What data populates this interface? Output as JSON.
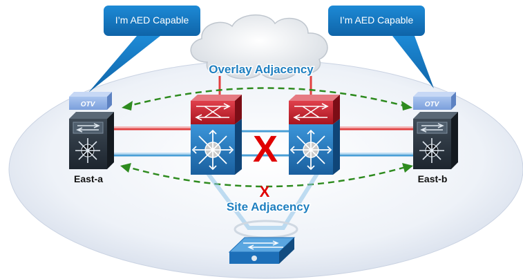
{
  "callouts": {
    "left": "I’m AED Capable",
    "right": "I’m AED Capable"
  },
  "labels": {
    "overlay": "Overlay Adjacency",
    "site": "Site Adjacency",
    "east_a": "East-a",
    "east_b": "East-b",
    "otv_left": "OTV",
    "otv_right": "OTV",
    "x_site": "X",
    "x_link": "X"
  },
  "colors": {
    "callout": "#1279c3",
    "ellipse": "#dfe6f1",
    "dashed": "#2e8b1f",
    "red_link": "#e24040",
    "blue_link": "#4a9fd6",
    "x_red": "#e00000",
    "switch_blue": "#1d6fb8",
    "router_red": "#c8202f",
    "dark_device": "#2a3440"
  },
  "icons": [
    "cloud-icon",
    "otv-module-icon",
    "nexus-switch-icon",
    "router-module-icon",
    "layer3-switch-icon",
    "access-switch-icon"
  ]
}
